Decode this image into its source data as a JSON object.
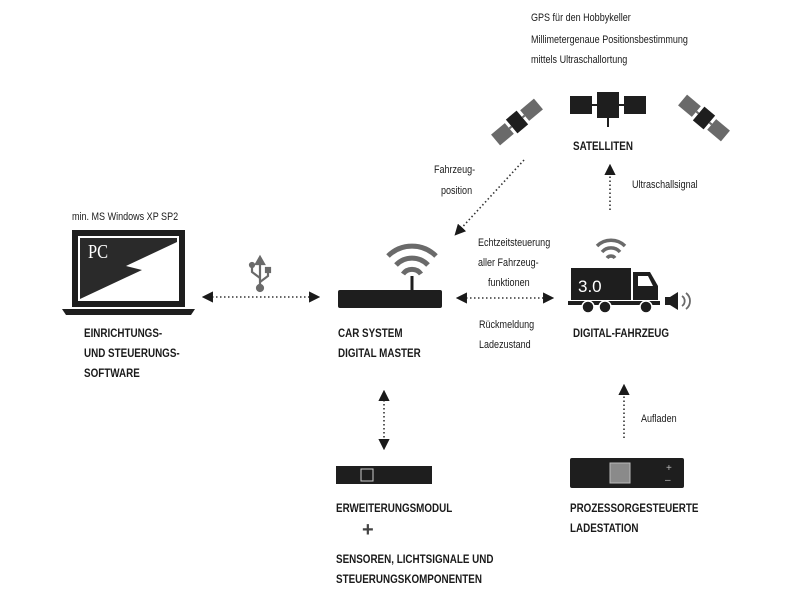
{
  "gps": {
    "line1": "GPS für den Hobbykeller",
    "line2": "Millimetergenaue Positionsbestimmung",
    "line3": "mittels Ultraschallortung"
  },
  "satellites": {
    "label": "SATELLITEN"
  },
  "ultrasound_signal": {
    "label": "Ultraschallsignal"
  },
  "vehicle_position": {
    "line1": "Fahrzeug-",
    "line2": "position"
  },
  "pc": {
    "requirement": "min. MS Windows XP SP2",
    "screen_text": "PC",
    "label_line1": "EINRICHTUNGS-",
    "label_line2": "UND STEUERUNGS-",
    "label_line3": "SOFTWARE"
  },
  "master": {
    "label_line1": "CAR SYSTEM",
    "label_line2": "DIGITAL MASTER"
  },
  "realtime": {
    "line1": "Echtzeitsteuerung",
    "line2": "aller Fahrzeug-",
    "line3": "funktionen"
  },
  "feedback": {
    "line1": "Rückmeldung",
    "line2": "Ladezustand"
  },
  "vehicle": {
    "plate": "3.0",
    "label": "DIGITAL-FAHRZEUG"
  },
  "charging_label": "Aufladen",
  "station": {
    "label_line1": "PROZESSORGESTEUERTE",
    "label_line2": "LADESTATION",
    "plus_sign": "+",
    "minus_sign": "–"
  },
  "module": {
    "label": "ERWEITERUNGSMODUL",
    "plus": "+",
    "components_line1": "SENSOREN, LICHTSIGNALE UND",
    "components_line2": "STEUERUNGSKOMPONENTEN"
  },
  "colors": {
    "ink": "#1a1a1a",
    "device": "#1e1e1e",
    "pc_screen": "#2a2a2a",
    "icon_gray": "#6a6a6a",
    "line": "#333333"
  },
  "icons": [
    "usb-icon",
    "satellite-icon",
    "wifi-icon",
    "truck-icon",
    "speaker-icon"
  ]
}
